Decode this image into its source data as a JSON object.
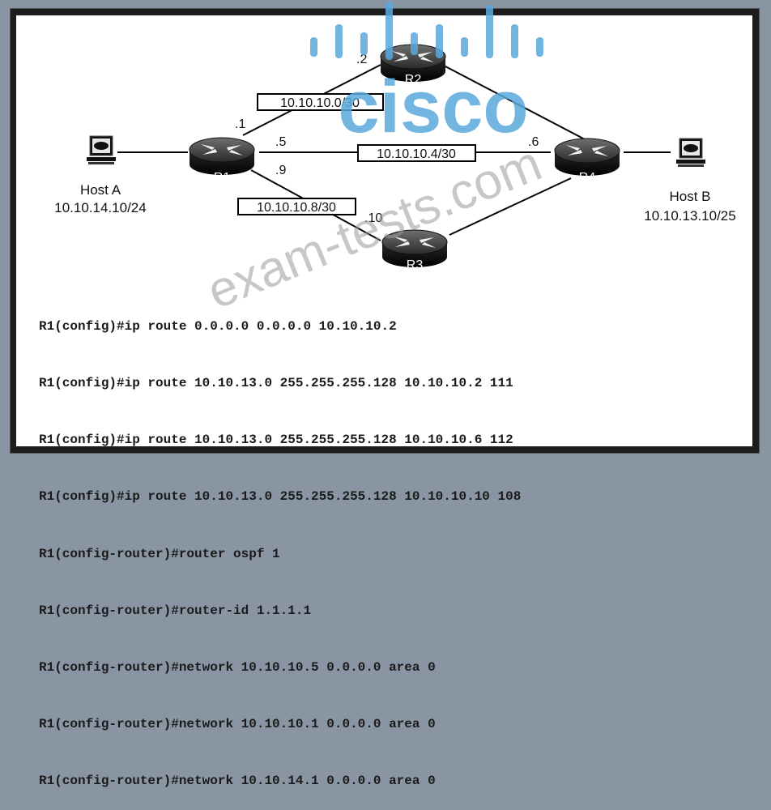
{
  "diagram": {
    "routers": [
      {
        "id": "R1",
        "label": "R1"
      },
      {
        "id": "R2",
        "label": "R2"
      },
      {
        "id": "R3",
        "label": "R3"
      },
      {
        "id": "R4",
        "label": "R4"
      }
    ],
    "hosts": [
      {
        "id": "host-a",
        "name": "Host A",
        "address": "10.10.14.10/24"
      },
      {
        "id": "host-b",
        "name": "Host B",
        "address": "10.10.13.10/25"
      }
    ],
    "subnets": [
      "10.10.10.0/30",
      "10.10.10.4/30",
      "10.10.10.8/30"
    ],
    "interface_labels": [
      ".1",
      ".2",
      ".5",
      ".6",
      ".9",
      ".10"
    ]
  },
  "cli_lines": [
    "R1(config)#ip route 0.0.0.0 0.0.0.0 10.10.10.2",
    "R1(config)#ip route 10.10.13.0 255.255.255.128 10.10.10.2 111",
    "R1(config)#ip route 10.10.13.0 255.255.255.128 10.10.10.6 112",
    "R1(config)#ip route 10.10.13.0 255.255.255.128 10.10.10.10 108",
    "R1(config-router)#router ospf 1",
    "R1(config-router)#router-id 1.1.1.1",
    "R1(config-router)#network 10.10.10.5 0.0.0.0 area 0",
    "R1(config-router)#network 10.10.10.1 0.0.0.0 area 0",
    "R1(config-router)#network 10.10.14.1 0.0.0.0 area 0"
  ],
  "watermark": {
    "logo_text": "cisco",
    "site_text": "exam-tests.com",
    "color": "#5aa9dc"
  }
}
